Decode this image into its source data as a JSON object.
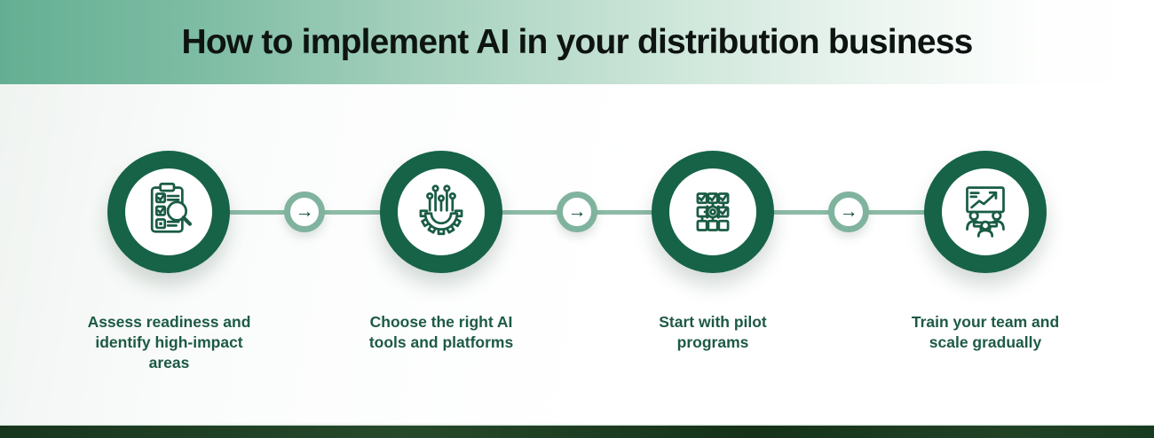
{
  "header": {
    "title": "How to implement AI in your distribution business"
  },
  "steps": [
    {
      "label": "Assess readiness and identify high-impact areas",
      "icon": "clipboard-checklist-magnifier-icon"
    },
    {
      "label": "Choose the right AI tools and platforms",
      "icon": "ai-gear-circuit-icon"
    },
    {
      "label": "Start with pilot programs",
      "icon": "flowchart-checkboxes-gear-icon"
    },
    {
      "label": "Train your team and scale gradually",
      "icon": "team-training-presentation-icon"
    }
  ],
  "connector": {
    "arrow_glyph": "→"
  },
  "colors": {
    "header_gradient_start": "#64af93",
    "ring_green": "#166348",
    "connector_green": "#8cbba6",
    "arrow_ring_green": "#7fb39e",
    "label_green": "#1d5a44",
    "icon_stroke_green": "#1a5c44",
    "title_color": "#0e1411",
    "footer_dark_green": "#1c3a21"
  }
}
